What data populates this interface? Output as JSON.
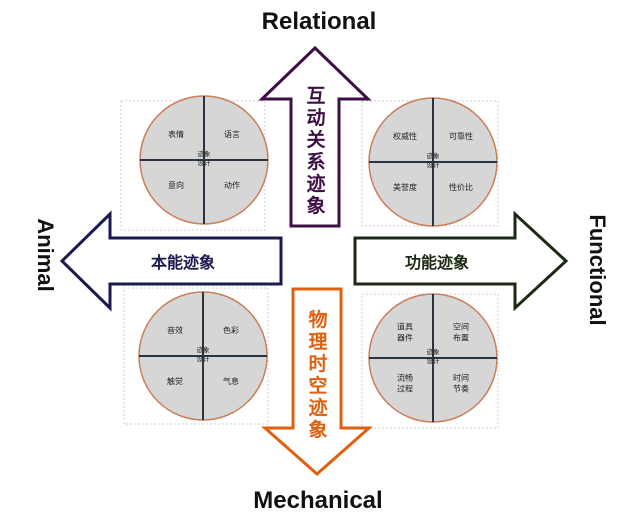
{
  "axes": {
    "top": "Relational",
    "bottom": "Mechanical",
    "left": "Animal",
    "right": "Functional"
  },
  "arrows": {
    "up": {
      "label": [
        "互",
        "动",
        "关",
        "系",
        "迹",
        "象"
      ],
      "color": "#3d0f45"
    },
    "down": {
      "label": [
        "物",
        "理",
        "时",
        "空",
        "迹",
        "象"
      ],
      "color": "#e0600f"
    },
    "left": {
      "label": "本能迹象",
      "color": "#1a1a4e"
    },
    "right": {
      "label": "功能迹象",
      "color": "#1c2a14"
    }
  },
  "center_label": [
    "迹象",
    "设计"
  ],
  "quadrants": {
    "top_left": {
      "tl": [
        "表情"
      ],
      "tr": [
        "语言"
      ],
      "bl": [
        "意向"
      ],
      "br": [
        "动作"
      ]
    },
    "top_right": {
      "tl": [
        "权威性"
      ],
      "tr": [
        "可靠性"
      ],
      "bl": [
        "美誉度"
      ],
      "br": [
        "性价比"
      ]
    },
    "bottom_left": {
      "tl": [
        "音效"
      ],
      "tr": [
        "色彩"
      ],
      "bl": [
        "触觉"
      ],
      "br": [
        "气息"
      ]
    },
    "bottom_right": {
      "tl": [
        "道具",
        "器件"
      ],
      "tr": [
        "空间",
        "布置"
      ],
      "bl": [
        "流畅",
        "过程"
      ],
      "br": [
        "时间",
        "节奏"
      ]
    }
  },
  "colors": {
    "circle_fill": "#d6d6d6",
    "circle_stroke": "#c9805a",
    "divider": "#2a3340"
  }
}
